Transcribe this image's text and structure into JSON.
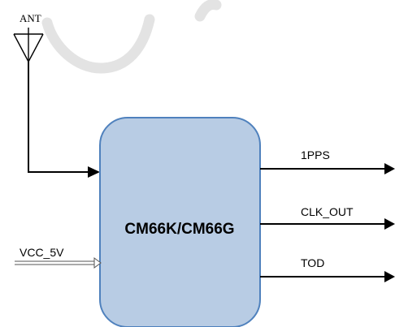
{
  "antenna": {
    "label": "ANT"
  },
  "chip": {
    "label": "CM66K/CM66G",
    "fill_color": "#b8cce4",
    "border_color": "#4f81bd"
  },
  "inputs": {
    "power": "VCC_5V"
  },
  "outputs": [
    {
      "label": "1PPS"
    },
    {
      "label": "CLK_OUT"
    },
    {
      "label": "TOD"
    }
  ],
  "colors": {
    "line": "#000000",
    "watermark": "#e3e3e3"
  }
}
